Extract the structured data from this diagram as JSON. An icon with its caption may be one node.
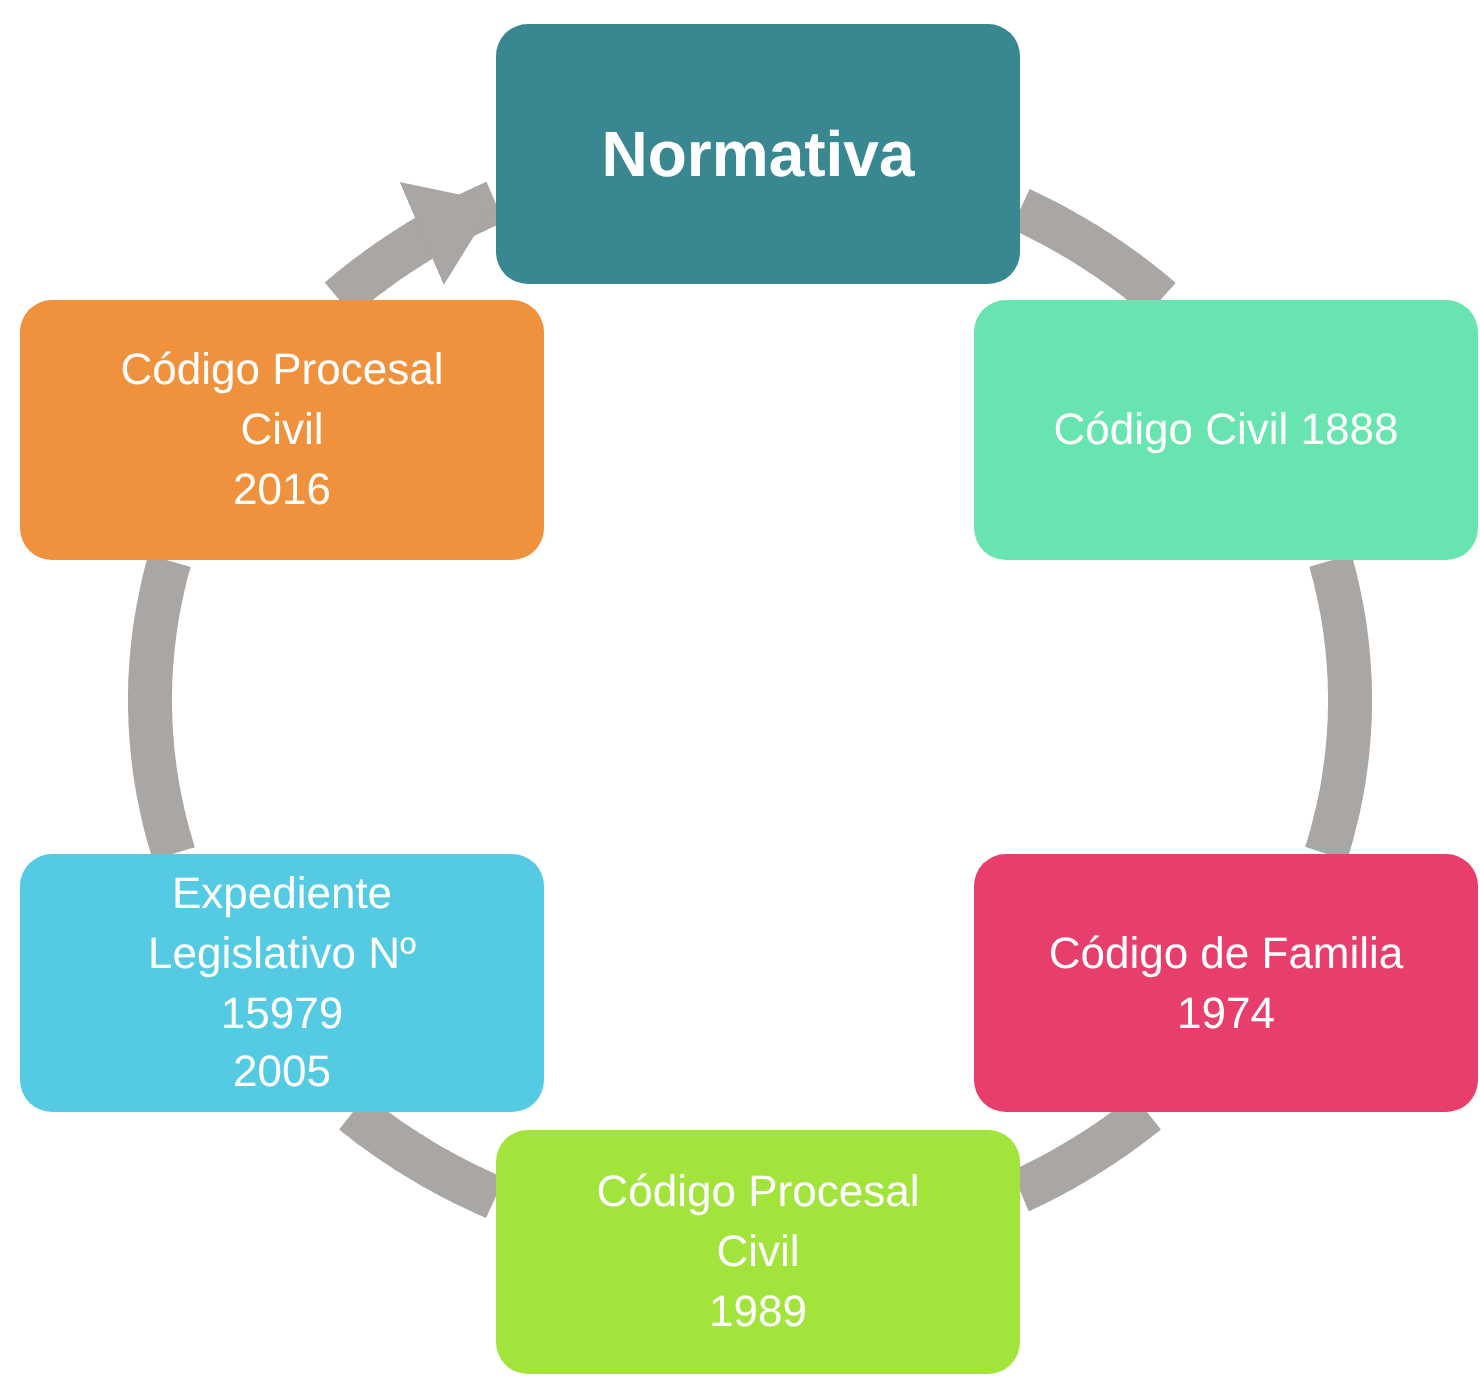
{
  "diagram": {
    "nodes": [
      {
        "text": [
          "Normativa"
        ]
      },
      {
        "text": [
          "Código Civil 1888"
        ]
      },
      {
        "text": [
          "Código de Familia",
          "1974"
        ]
      },
      {
        "text": [
          "Código Procesal Civil",
          "1989"
        ]
      },
      {
        "text": [
          "Expediente Legislativo Nº 15979",
          "2005"
        ]
      },
      {
        "text": [
          "Código Procesal Civil",
          "2016"
        ]
      }
    ],
    "edges": [
      {
        "from": 0,
        "to": 1,
        "arrow": "none"
      },
      {
        "from": 1,
        "to": 2,
        "arrow": "none"
      },
      {
        "from": 2,
        "to": 3,
        "arrow": "none"
      },
      {
        "from": 3,
        "to": 4,
        "arrow": "none"
      },
      {
        "from": 4,
        "to": 5,
        "arrow": "none"
      },
      {
        "from": 5,
        "to": 0,
        "arrow": "to"
      }
    ]
  }
}
